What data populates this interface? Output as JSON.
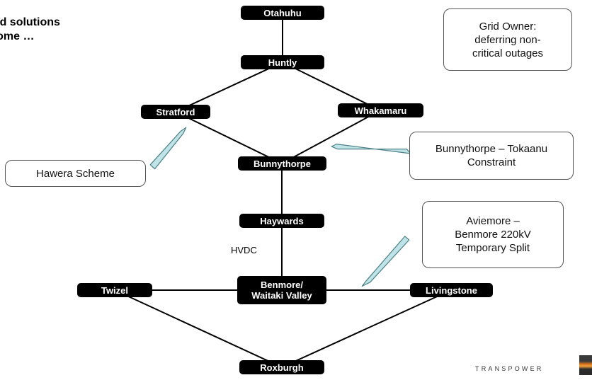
{
  "heading": {
    "line1": "osed solutions",
    "line2": "o come …"
  },
  "nodes": {
    "otahuhu": "Otahuhu",
    "huntly": "Huntly",
    "stratford": "Stratford",
    "whakamaru": "Whakamaru",
    "bunnythorpe": "Bunnythorpe",
    "haywards": "Haywards",
    "benmore_line1": "Benmore/",
    "benmore_line2": "Waitaki Valley",
    "twizel": "Twizel",
    "livingstone": "Livingstone",
    "roxburgh": "Roxburgh"
  },
  "hvdc_label": "HVDC",
  "callouts": {
    "grid_owner": [
      "Grid Owner:",
      "deferring non-",
      "critical outages"
    ],
    "hawera": [
      "Hawera Scheme"
    ],
    "bunnythorpe_tokaanu": [
      "Bunnythorpe – Tokaanu",
      "Constraint"
    ],
    "aviemore": [
      "Aviemore –",
      "Benmore 220kV",
      "Temporary Split"
    ]
  },
  "logo_text": "TRANSPOWER",
  "colors": {
    "node_fill": "#000000",
    "arrow_fill": "#bfe3e6",
    "arrow_stroke": "#4a7f86"
  }
}
